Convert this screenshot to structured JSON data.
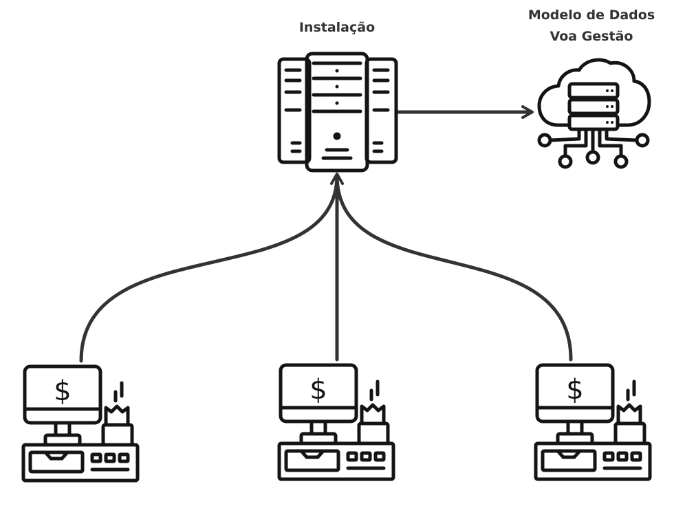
{
  "nodes": {
    "server": {
      "label": "Instalação",
      "icon": "server-rack-icon"
    },
    "cloud": {
      "label_line1": "Modelo de Dados",
      "label_line2": "Voa Gestão",
      "icon": "cloud-database-icon"
    },
    "pos_terminals": [
      {
        "icon": "pos-terminal-icon",
        "symbol": "$"
      },
      {
        "icon": "pos-terminal-icon",
        "symbol": "$"
      },
      {
        "icon": "pos-terminal-icon",
        "symbol": "$"
      }
    ]
  },
  "edges": [
    {
      "from": "pos-terminal-1",
      "to": "server"
    },
    {
      "from": "pos-terminal-2",
      "to": "server"
    },
    {
      "from": "pos-terminal-3",
      "to": "server"
    },
    {
      "from": "server",
      "to": "cloud"
    }
  ],
  "colors": {
    "stroke": "#141414",
    "connector": "#333333",
    "label": "#333333"
  }
}
